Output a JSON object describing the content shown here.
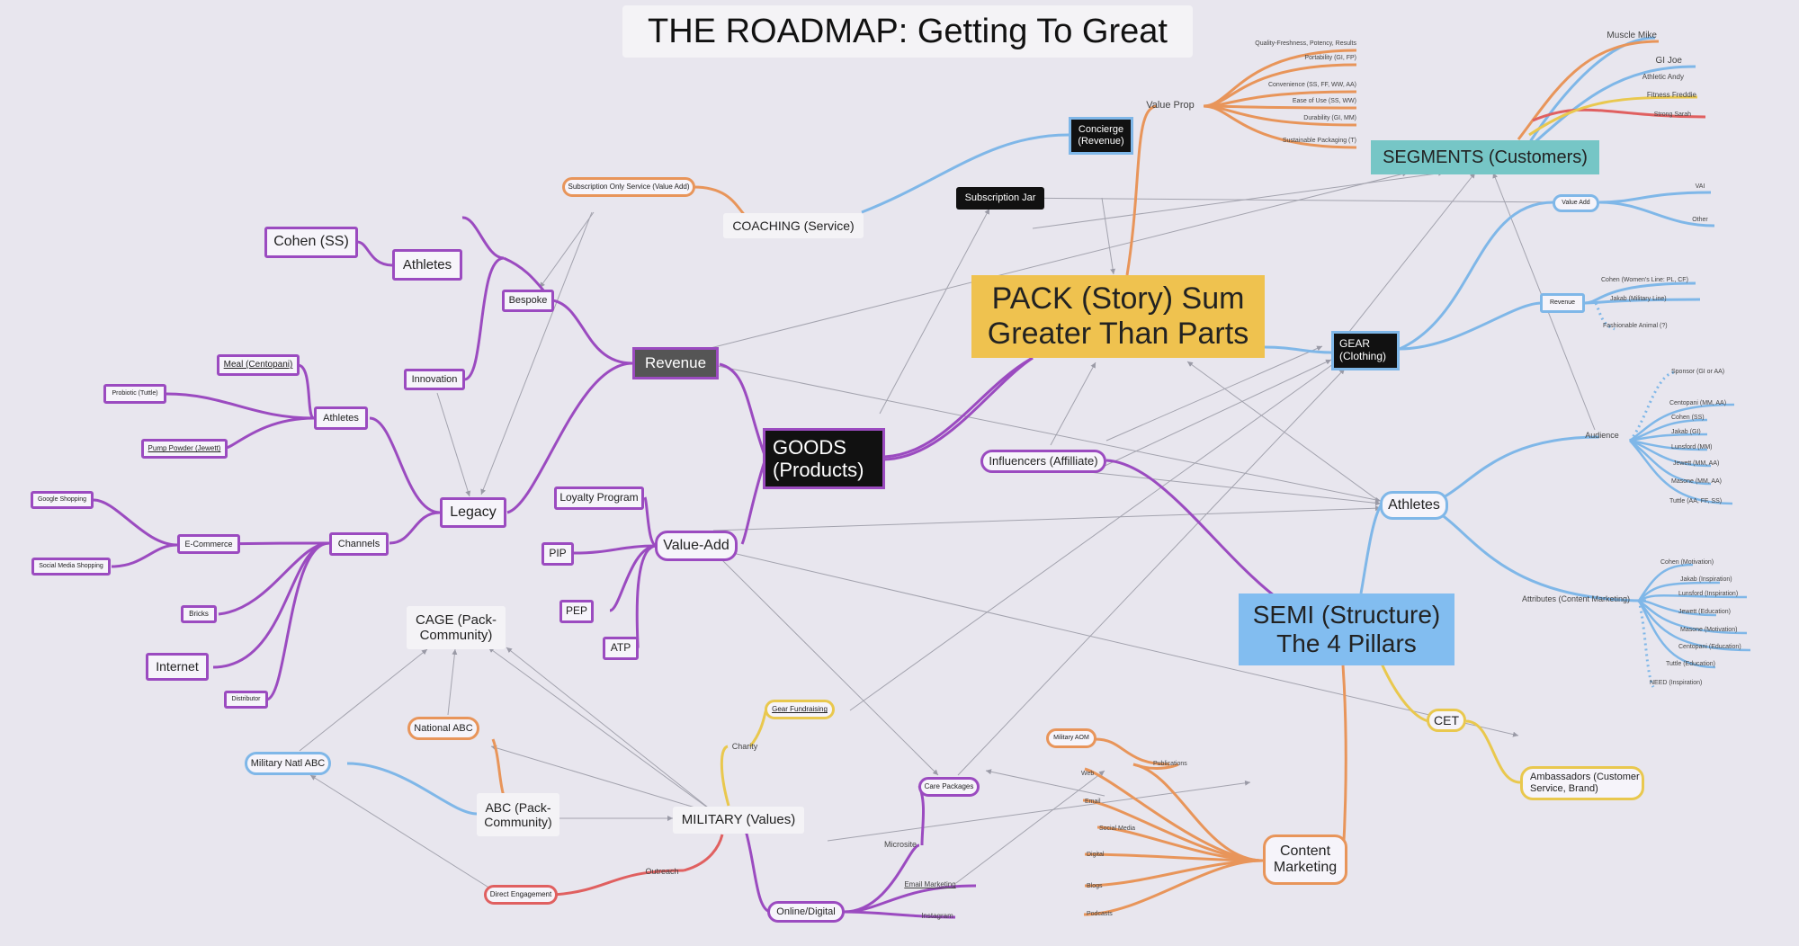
{
  "title": "THE ROADMAP: Getting To Great",
  "colors": {
    "purple": "#9b4bc0",
    "blue": "#7fb7e8",
    "orange": "#e8955a",
    "red": "#e06060",
    "yellow": "#e9c84e",
    "gray_link": "#9a9aa6",
    "pack": "#efc24f",
    "semi": "#82bdf0",
    "segments": "#76c6c6"
  },
  "nodes": {
    "pack": "PACK (Story) Sum\nGreater Than Parts",
    "semi": "SEMI (Structure)\nThe 4 Pillars",
    "segments": "SEGMENTS (Customers)",
    "goods": "GOODS\n(Products)",
    "gear": "GEAR\n(Clothing)",
    "concierge": "Concierge\n(Revenue)",
    "subscription_jar": "Subscription Jar",
    "coaching": "COACHING (Service)",
    "subscription_only": "Subscription Only Service (Value Add)",
    "revenue": "Revenue",
    "bespoke": "Bespoke",
    "athletes_1": "Athletes",
    "cohen_ss": "Cohen (SS)",
    "innovation": "Innovation",
    "legacy": "Legacy",
    "athletes_2": "Athletes",
    "meal": "Meal (Centopani)",
    "probiotic": "Probiotic (Tuttle)",
    "pump_powder": "Pump Powder (Jewett)",
    "channels": "Channels",
    "ecommerce": "E-Commerce",
    "google_shopping": "Google Shopping",
    "social_media_shopping": "Social Media Shopping",
    "bricks": "Bricks",
    "internet": "Internet",
    "distributor": "Distributor",
    "value_add": "Value-Add",
    "loyalty": "Loyalty Program",
    "pip": "PIP",
    "pep": "PEP",
    "atp": "ATP",
    "influencers": "Influencers (Affilliate)",
    "athletes_main": "Athletes",
    "cage": "CAGE (Pack-\nCommunity)",
    "national_abc": "National ABC",
    "military_natl_abc": "Military Natl ABC",
    "abc": "ABC (Pack-\nCommunity)",
    "military": "MILITARY (Values)",
    "direct_engagement": "Direct Engagement",
    "outreach": "Outreach",
    "charity": "Charity",
    "gear_fundraising": "Gear Fundraising",
    "online_digital": "Online/Digital",
    "microsite": "Microsite",
    "email_marketing": "Email Marketing",
    "instagram": "Instagram",
    "care_packages": "Care Packages",
    "military_aom": "Military AOM",
    "content_marketing": "Content\nMarketing",
    "cet": "CET",
    "ambassadors": "Ambassadors (Customer\nService, Brand)",
    "value_prop": "Value Prop",
    "value_add_gear": "Value Add",
    "revenue_gear": "Revenue",
    "audience": "Audience",
    "attributes": "Attributes (Content Marketing)"
  },
  "value_prop_items": [
    "Quality-Freshness, Potency, Results",
    "Portability (GI, FP)",
    "Convenience (SS, FF, WW, AA)",
    "Ease of Use (SS, WW)",
    "Durability (GI, MM)",
    "Sustainable Packaging (T)"
  ],
  "segment_items": [
    "Muscle Mike",
    "GI Joe",
    "Athletic Andy",
    "Fitness Freddie",
    "Strong Sarah"
  ],
  "value_add_items": [
    "VAI",
    "Other"
  ],
  "revenue_items": [
    "Cohen (Women's Line: PL, CF)",
    "Jakab (Military Line)",
    "Fashionable Animal (?)"
  ],
  "audience_items": [
    "Sponsor (GI or AA)",
    "Centopani (MM, AA)",
    "Cohen (SS)",
    "Jakab (GI)",
    "Lunsford (MM)",
    "Jewett (MM, AA)",
    "Masone (MM, AA)",
    "Tuttle (AA, FF, SS)"
  ],
  "attribute_items": [
    "Cohen (Motivation)",
    "Jakab (Inspiration)",
    "Lunsford (Inspiration)",
    "Jewett (Education)",
    "Masone (Motivation)",
    "Centopani (Education)",
    "Tuttle (Education)",
    "NEED (Inspiration)"
  ],
  "content_items": [
    "Publications",
    "Web",
    "Email",
    "Social Media",
    "Digital",
    "Blogs",
    "Podcasts"
  ]
}
